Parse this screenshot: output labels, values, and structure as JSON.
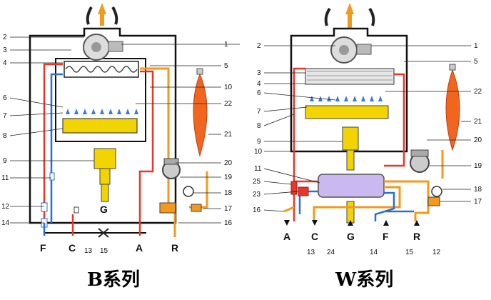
{
  "b_system": {
    "title": "B系列",
    "callouts_left": [
      "2",
      "3",
      "4",
      "6",
      "7",
      "8",
      "9",
      "11",
      "12",
      "14"
    ],
    "callouts_right": [
      "1",
      "5",
      "10",
      "22",
      "21",
      "20",
      "19",
      "18",
      "17",
      "16"
    ],
    "bottom_labels": {
      "F": "F",
      "C": "C",
      "c13": "13",
      "c15": "15",
      "A": "A",
      "R": "R",
      "G": "G"
    }
  },
  "w_system": {
    "title": "W系列",
    "callouts_left": [
      "2",
      "3",
      "4",
      "6",
      "7",
      "8",
      "9",
      "10",
      "11",
      "25",
      "23",
      "16"
    ],
    "callouts_right": [
      "1",
      "5",
      "22",
      "21",
      "20",
      "19",
      "18",
      "17"
    ],
    "bottom_labels": {
      "A": "A",
      "C": "C",
      "G": "G",
      "F": "F",
      "R": "R",
      "c13": "13",
      "c24": "24",
      "c14": "14",
      "c15": "15",
      "c12": "12"
    }
  },
  "colors": {
    "hot": "#e8362a",
    "cold": "#2a6fd6",
    "gas": "#f39a1c",
    "burner": "#f2d400",
    "tank": "#f0661f",
    "hx": "#c9b9f0"
  }
}
